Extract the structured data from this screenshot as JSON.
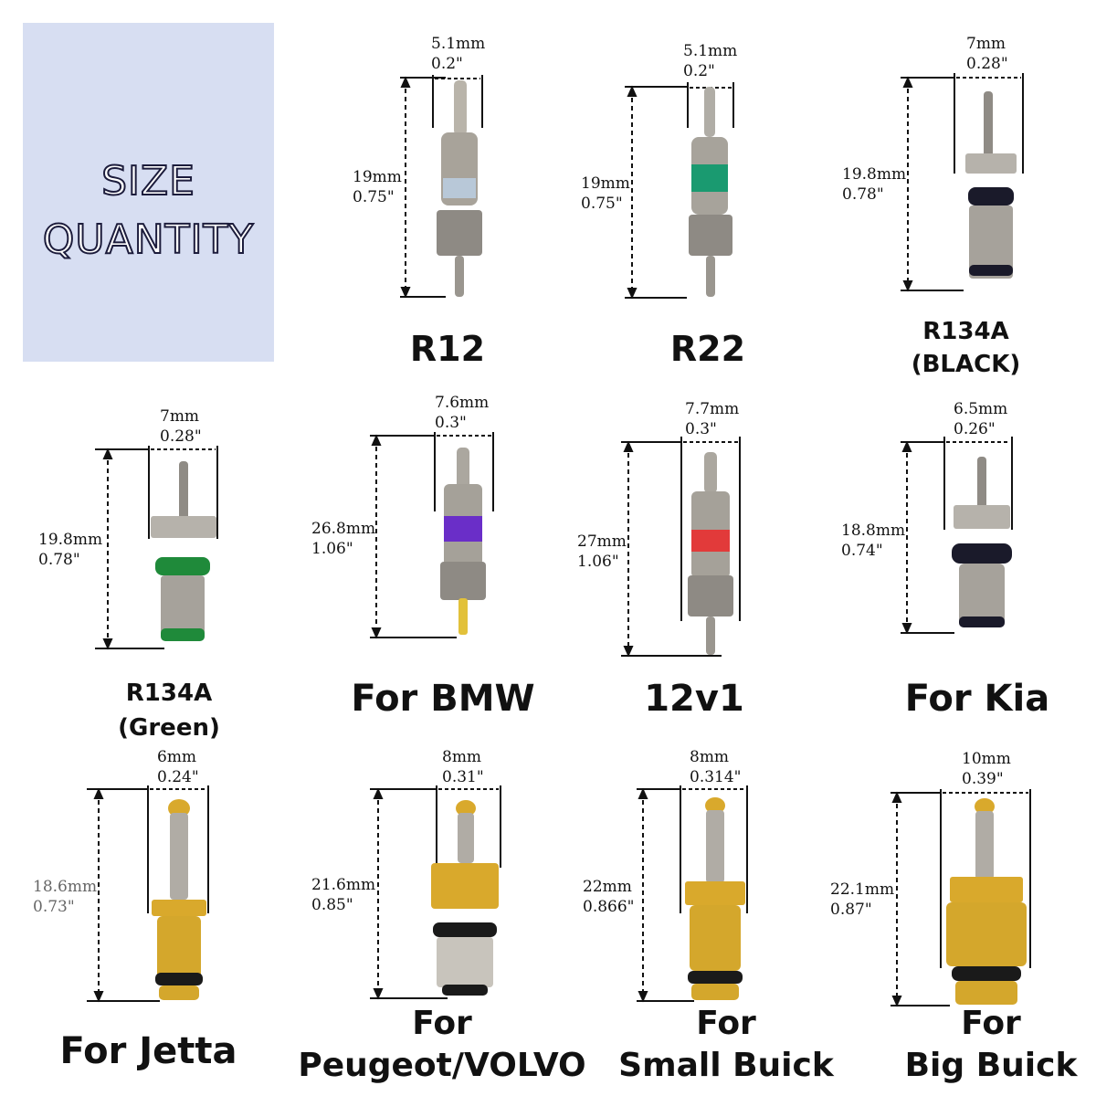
{
  "title": {
    "line1": "SIZE",
    "line2": "QUANTITY"
  },
  "items": [
    {
      "width_mm": "5.1mm",
      "width_in": "0.2\"",
      "height_mm": "19mm",
      "height_in": "0.75\"",
      "label_lines": [
        "R12"
      ],
      "ring_color": "#b8c8d8",
      "body": "silver"
    },
    {
      "width_mm": "5.1mm",
      "width_in": "0.2\"",
      "height_mm": "19mm",
      "height_in": "0.75\"",
      "label_lines": [
        "R22"
      ],
      "ring_color": "#1a9a70",
      "body": "silver"
    },
    {
      "width_mm": "7mm",
      "width_in": "0.28\"",
      "height_mm": "19.8mm",
      "height_in": "0.78\"",
      "label_lines": [
        "R134A",
        "(BLACK)"
      ],
      "ring_color": "#1a1a2a",
      "body": "silver"
    },
    {
      "width_mm": "7mm",
      "width_in": "0.28\"",
      "height_mm": "19.8mm",
      "height_in": "0.78\"",
      "label_lines": [
        "R134A",
        "(Green)"
      ],
      "ring_color": "#1f8a3a",
      "body": "silver"
    },
    {
      "width_mm": "7.6mm",
      "width_in": "0.3\"",
      "height_mm": "26.8mm",
      "height_in": "1.06\"",
      "label_lines": [
        "For BMW"
      ],
      "ring_color": "#6a2ec8",
      "body": "silver"
    },
    {
      "width_mm": "7.7mm",
      "width_in": "0.3\"",
      "height_mm": "27mm",
      "height_in": "1.06\"",
      "label_lines": [
        "12v1"
      ],
      "ring_color": "#e23a3a",
      "body": "silver"
    },
    {
      "width_mm": "6.5mm",
      "width_in": "0.26\"",
      "height_mm": "18.8mm",
      "height_in": "0.74\"",
      "label_lines": [
        "For Kia"
      ],
      "ring_color": "#1a1a2a",
      "body": "silver"
    },
    {
      "width_mm": "6mm",
      "width_in": "0.24\"",
      "height_mm": "18.6mm",
      "height_in": "0.73\"",
      "label_lines": [
        "For Jetta"
      ],
      "ring_color": "#1a1a1a",
      "body": "brass"
    },
    {
      "width_mm": "8mm",
      "width_in": "0.31\"",
      "height_mm": "21.6mm",
      "height_in": "0.85\"",
      "label_lines": [
        "For",
        "Peugeot/VOLVO"
      ],
      "ring_color": "#1a1a1a",
      "body": "brass"
    },
    {
      "width_mm": "8mm",
      "width_in": "0.314\"",
      "height_mm": "22mm",
      "height_in": "0.866\"",
      "label_lines": [
        "For",
        "Small Buick"
      ],
      "ring_color": "#1a1a1a",
      "body": "brass"
    },
    {
      "width_mm": "10mm",
      "width_in": "0.39\"",
      "height_mm": "22.1mm",
      "height_in": "0.87\"",
      "label_lines": [
        "For",
        "Big Buick"
      ],
      "ring_color": "#1a1a1a",
      "body": "brass"
    }
  ]
}
